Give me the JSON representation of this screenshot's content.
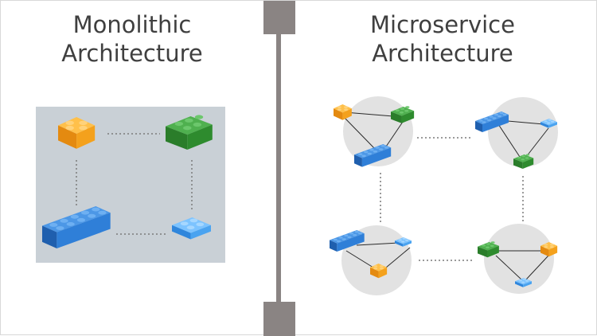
{
  "panels": {
    "monolithic": {
      "title_line1": "Monolithic",
      "title_line2": "Architecture"
    },
    "microservice": {
      "title_line1": "Microservice",
      "title_line2": "Architecture"
    }
  },
  "colors": {
    "background": "#ffffff",
    "monolith_box": "#c9d0d6",
    "service_circle": "#e2e2e2",
    "divider": "#8a8483",
    "dotted_line": "#7a7a7a",
    "brick_orange": "#f4a11c",
    "brick_green": "#2e8b2e",
    "brick_blue": "#2f7fd8",
    "brick_lightblue": "#4aa3f0",
    "title_text": "#3f3f3f"
  },
  "icons": [
    "lego-brick-orange",
    "lego-brick-green",
    "lego-brick-blue-long",
    "lego-brick-lightblue"
  ]
}
